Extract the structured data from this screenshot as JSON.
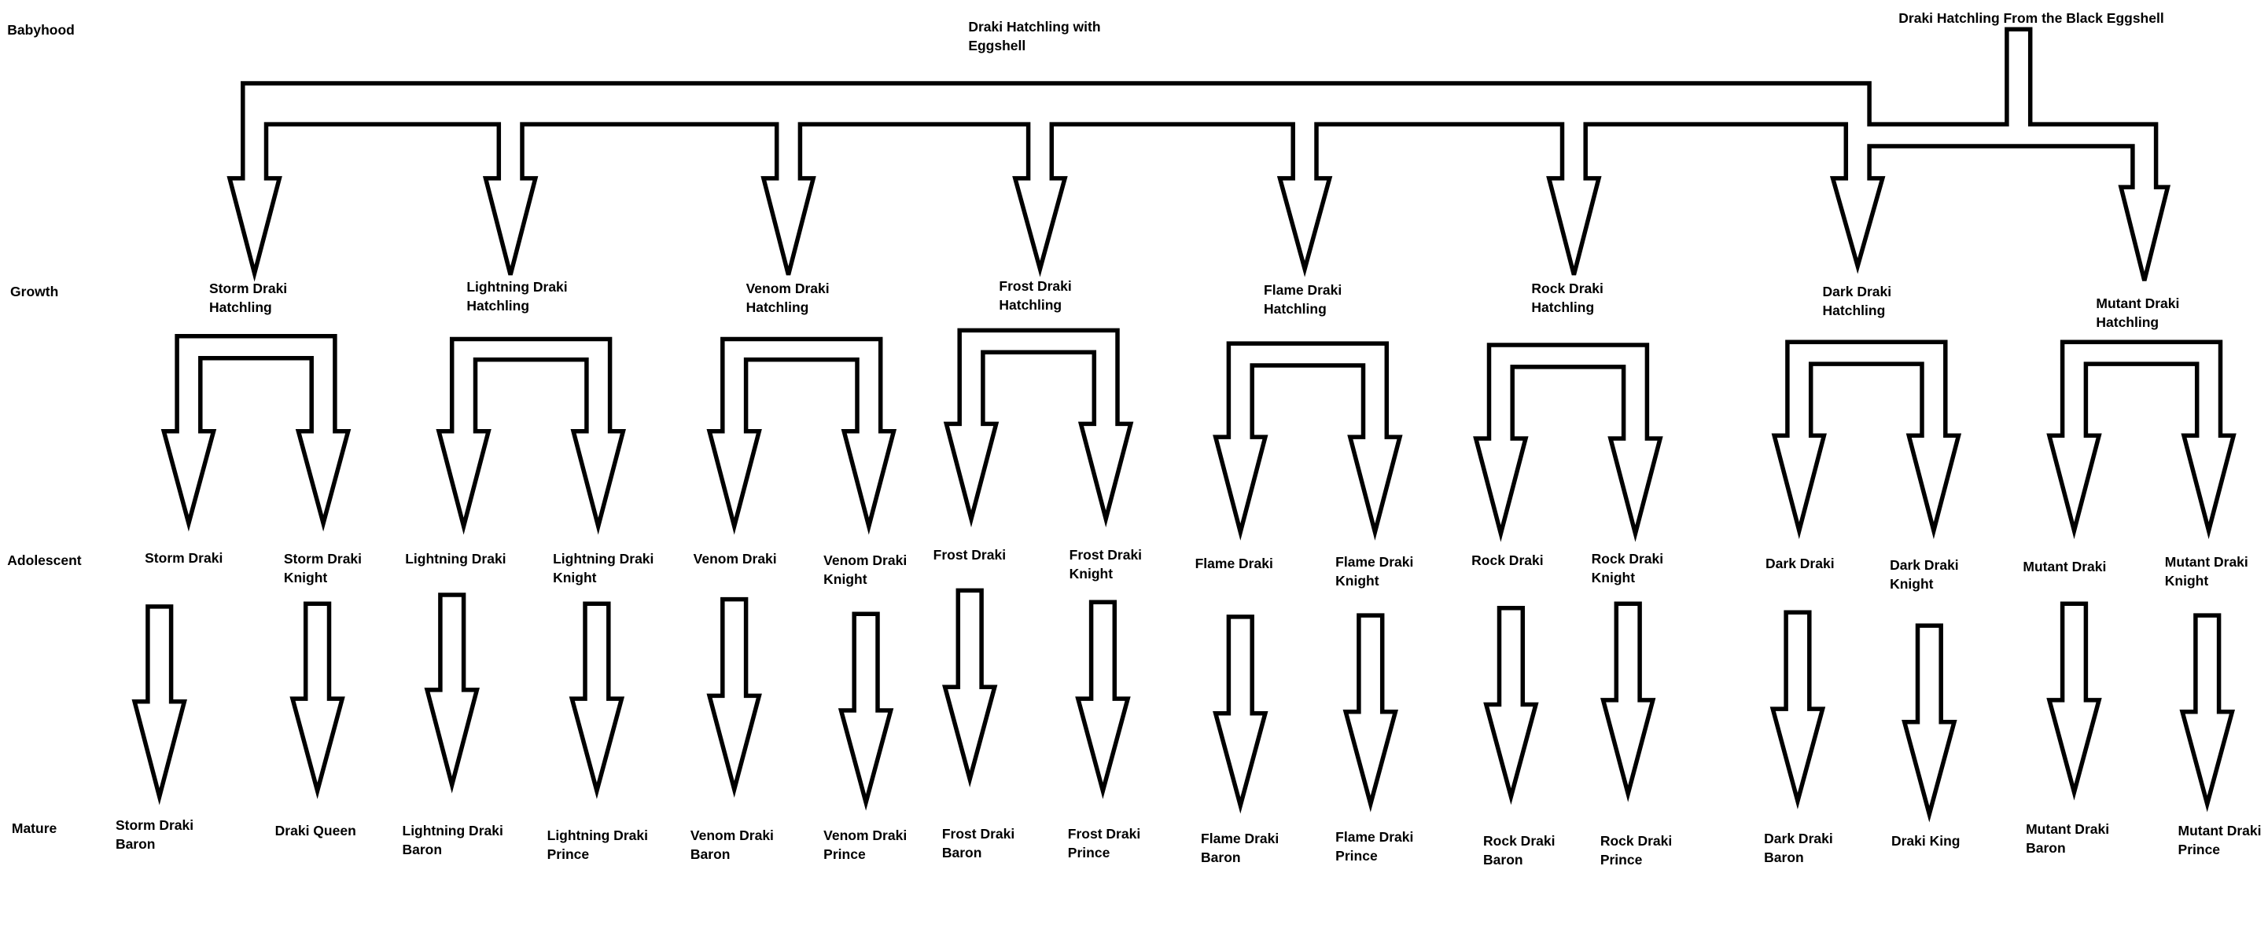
{
  "stages": [
    "Babyhood",
    "Growth",
    "Adolescent",
    "Mature"
  ],
  "roots": {
    "main": "Draki Hatchling with\nEggshell",
    "black": "Draki Hatchling From the Black Eggshell"
  },
  "growth": [
    "Storm Draki\nHatchling",
    "Lightning Draki\nHatchling",
    "Venom Draki\nHatchling",
    "Frost Draki\nHatchling",
    "Flame Draki\nHatchling",
    "Rock Draki\nHatchling",
    "Dark Draki\nHatchling",
    "Mutant Draki\nHatchling"
  ],
  "adolescent": [
    "Storm Draki",
    "Storm Draki\nKnight",
    "Lightning Draki",
    "Lightning Draki\nKnight",
    "Venom Draki",
    "Venom Draki\nKnight",
    "Frost Draki",
    "Frost Draki\nKnight",
    "Flame Draki",
    "Flame Draki\nKnight",
    "Rock Draki",
    "Rock Draki\nKnight",
    "Dark Draki",
    "Dark Draki\nKnight",
    "Mutant Draki",
    "Mutant Draki\nKnight"
  ],
  "mature": [
    "Storm Draki\nBaron",
    "Draki Queen",
    "Lightning Draki\nBaron",
    "Lightning Draki\nPrince",
    "Venom Draki\nBaron",
    "Venom Draki\nPrince",
    "Frost Draki\nBaron",
    "Frost Draki\nPrince",
    "Flame Draki\nBaron",
    "Flame Draki\nPrince",
    "Rock Draki\nBaron",
    "Rock Draki\nPrince",
    "Dark Draki\nBaron",
    "Draki King",
    "Mutant Draki\nBaron",
    "Mutant Draki\nPrince"
  ]
}
